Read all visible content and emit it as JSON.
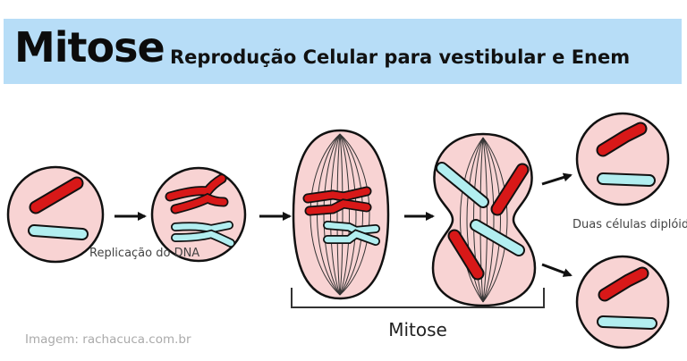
{
  "header": {
    "title": "Mitose",
    "subtitle": "Reprodução Celular para vestibular e Enem",
    "background": "#b7ddf7"
  },
  "labels": {
    "replication": "Replicação do DNA",
    "daughter_cells": "Duas células diplóides",
    "mitosis": "Mitose"
  },
  "credit": "Imagem: rachacuca.com.br",
  "colors": {
    "cell_fill": "#f8d3d3",
    "outline": "#111111",
    "chromosome_red": "#d81818",
    "chromosome_blue": "#b2eef0"
  }
}
